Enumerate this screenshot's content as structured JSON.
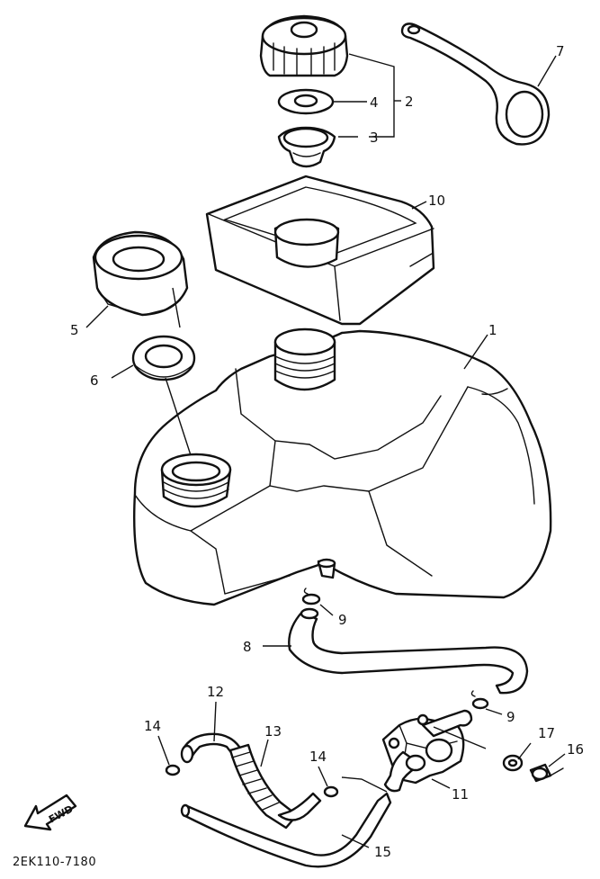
{
  "diagram": {
    "part_code": "2EK110-7180",
    "direction_label": "FWD",
    "callouts": [
      "1",
      "2",
      "3",
      "4",
      "5",
      "6",
      "7",
      "8",
      "9",
      "9",
      "10",
      "11",
      "12",
      "13",
      "14",
      "14",
      "15",
      "16",
      "17"
    ]
  }
}
